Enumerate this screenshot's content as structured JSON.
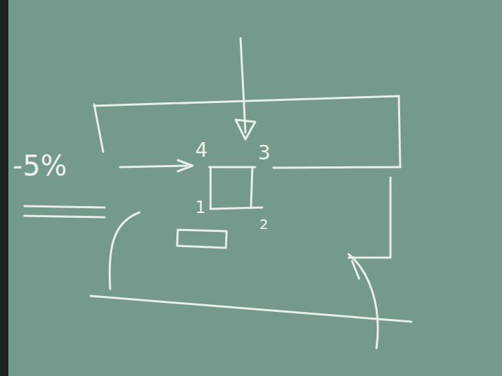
{
  "diagram": {
    "labels": [
      "-5%",
      "4",
      "3",
      "1",
      "2"
    ]
  }
}
